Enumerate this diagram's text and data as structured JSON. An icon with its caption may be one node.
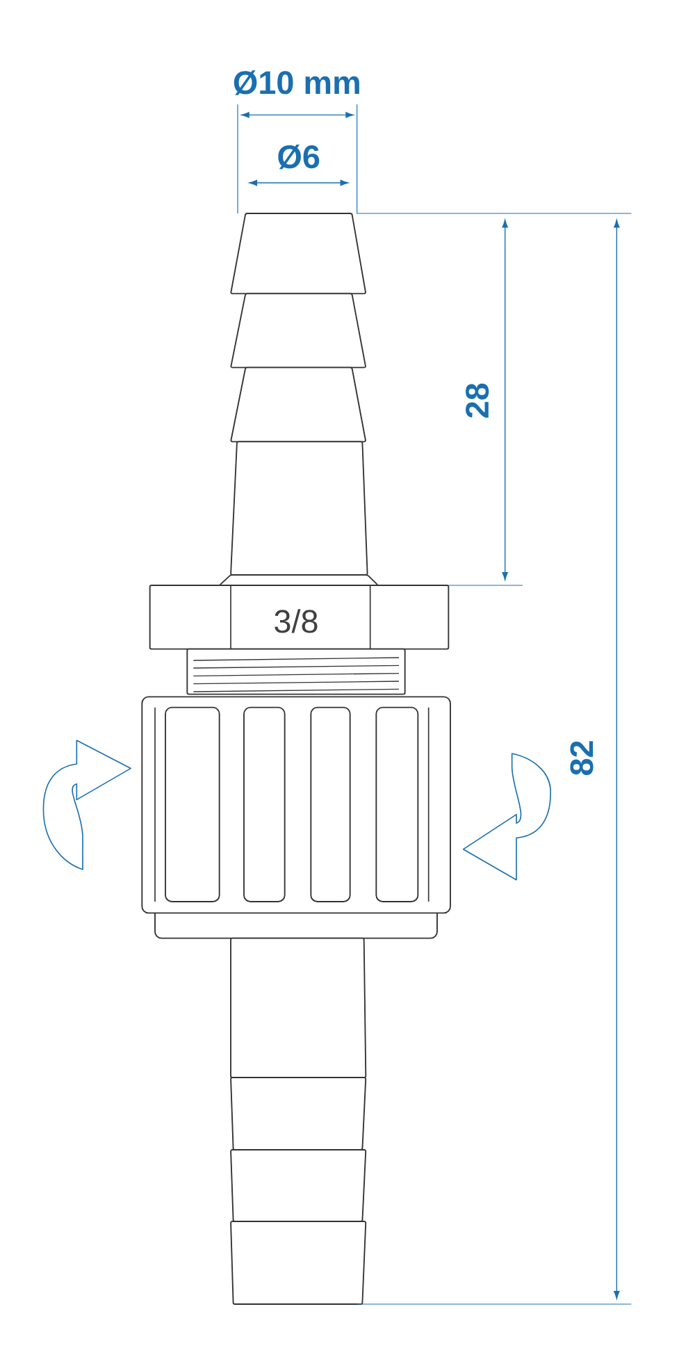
{
  "diagram": {
    "labels": [
      "Ø10 mm",
      "Ø6",
      "3/8",
      "28",
      "82"
    ]
  }
}
